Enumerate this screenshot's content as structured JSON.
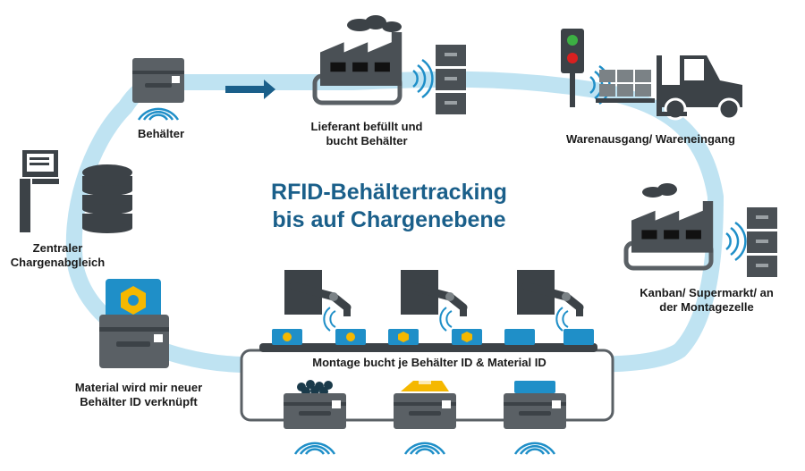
{
  "title": {
    "line1": "RFID-Behältertracking",
    "line2": "bis auf Chargenebene"
  },
  "labels": {
    "behaelter": "Behälter",
    "lieferant_line1": "Lieferant befüllt und",
    "lieferant_line2": "bucht Behälter",
    "warenausgang": "Warenausgang/ Wareneingang",
    "kanban_line1": "Kanban/ Supermarkt/ an",
    "kanban_line2": "der Montagezelle",
    "montage": "Montage bucht je Behälter ID & Material ID",
    "material_line1": "Material wird mir neuer",
    "material_line2": "Behälter ID verknüpft",
    "zentral_line1": "Zentraler",
    "zentral_line2": "Chargenabgleich"
  },
  "colors": {
    "loop": "#bfe3f2",
    "accent": "#1f8fc8",
    "dark": "#3c4247",
    "grey": "#7b8286",
    "title": "#1a5f8a",
    "yellow": "#f5b800"
  }
}
